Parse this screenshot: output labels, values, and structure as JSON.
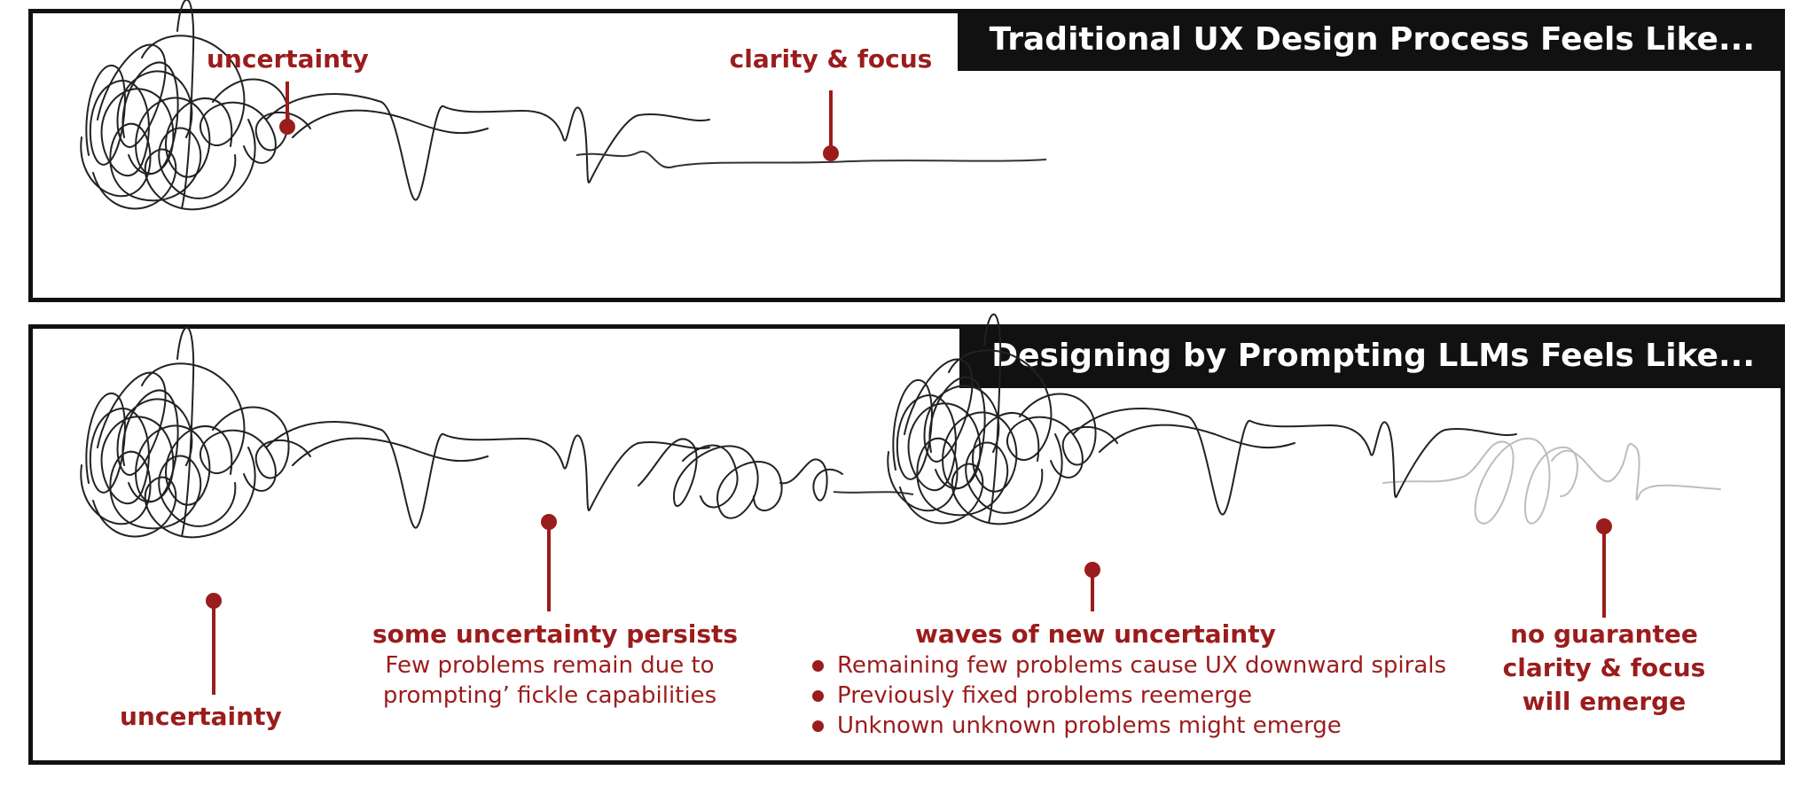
{
  "panels": {
    "traditional": {
      "title": "Traditional UX Design Process Feels Like...",
      "labels": {
        "start": "uncertainty",
        "end": "clarity & focus"
      }
    },
    "llm": {
      "title": "Designing by Prompting LLMs Feels Like...",
      "labels": {
        "start": "uncertainty",
        "persist_head": "some uncertainty persists",
        "persist_sub_1": "Few problems remain due to",
        "persist_sub_2": "prompting’ fickle capabilities",
        "waves_head": "waves of new uncertainty",
        "waves_bullets": [
          "Remaining few problems cause UX downward spirals",
          "Previously fixed problems reemerge",
          "Unknown unknown problems might emerge"
        ],
        "end_1": "no guarantee",
        "end_2": "clarity & focus",
        "end_3": "will emerge"
      }
    }
  },
  "colors": {
    "accent": "#9b1c1c",
    "line": "#222222",
    "frame": "#111111"
  }
}
